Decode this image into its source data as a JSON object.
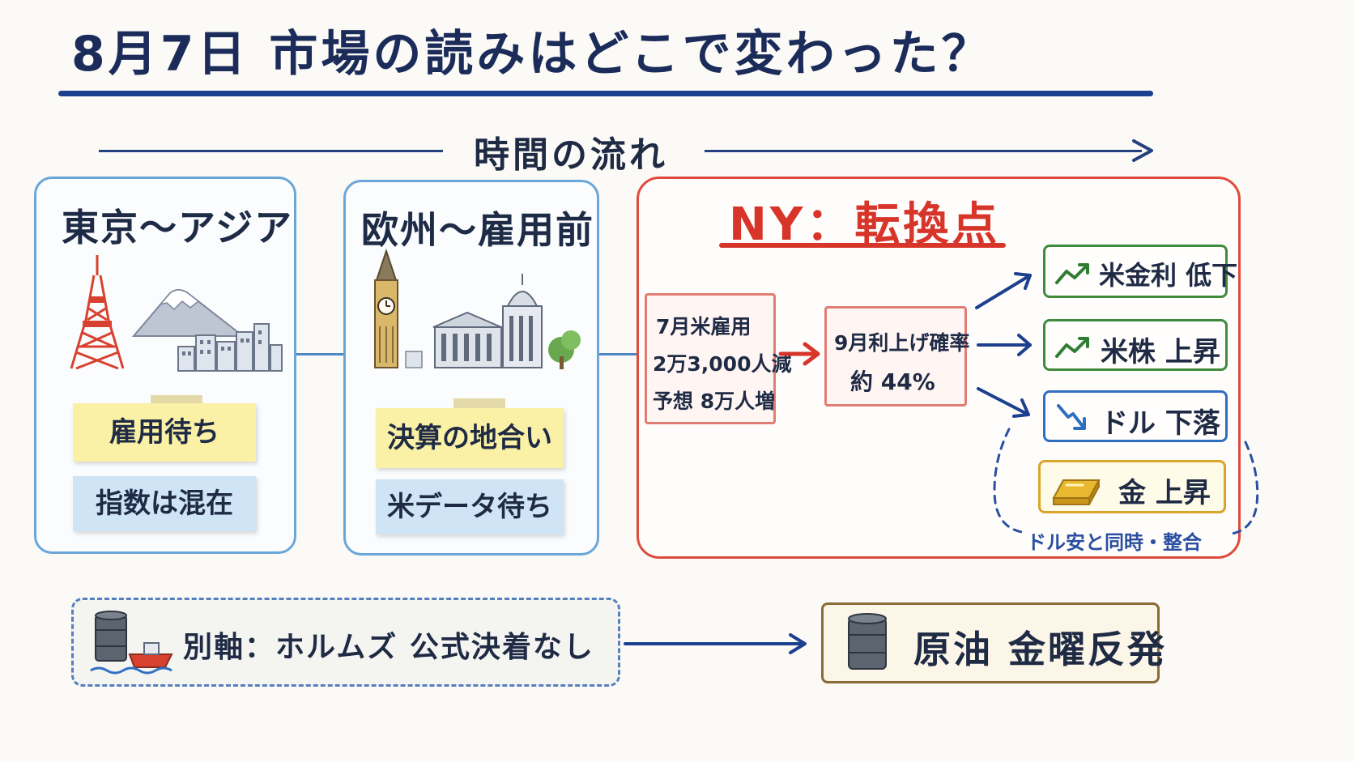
{
  "title": "8月7日 市場の読みはどこで変わった？",
  "timeline": {
    "label": "時間の流れ"
  },
  "panels": [
    {
      "title": "東京〜アジア",
      "notes": [
        "雇用待ち",
        "指数は混在"
      ]
    },
    {
      "title": "欧州〜雇用前",
      "notes": [
        "決算の地合い",
        "米データ待ち"
      ]
    }
  ],
  "ny": {
    "title": "NY：転換点",
    "jobs": {
      "line1": "7月米雇用",
      "line2": "2万3,000人減",
      "line3": "予想 8万人増"
    },
    "prob": {
      "line1": "9月利上げ確率",
      "line2": "約 44%"
    },
    "results": [
      {
        "label": "米金利 低下",
        "icon": "trend-up-icon"
      },
      {
        "label": "米株 上昇",
        "icon": "trend-up-icon"
      },
      {
        "label": "ドル 下落",
        "icon": "trend-down-icon"
      },
      {
        "label": "金 上昇",
        "icon": "gold-bar-icon"
      }
    ],
    "note": "ドル安と同時・整合"
  },
  "bottom": {
    "side_text": "別軸：ホルムズ 公式決着なし",
    "oil_text": "原油 金曜反発"
  },
  "colors": {
    "navy": "#1d3f8f",
    "asia_border": "#6aa6d8",
    "ny_red": "#df4a3e",
    "green": "#3f8b3d",
    "blue": "#2f6fc2",
    "gold": "#d9a52a",
    "oil_brown": "#8a6a35"
  }
}
